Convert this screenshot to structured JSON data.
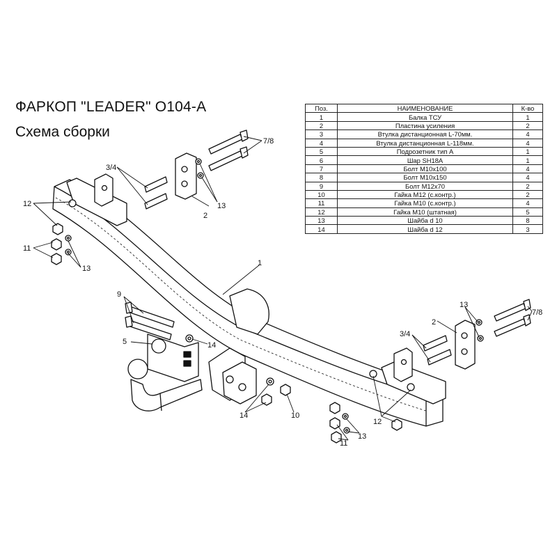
{
  "title": "ФАРКОП \"LEADER\" O104-A",
  "subtitle": "Схема сборки",
  "table": {
    "headers": [
      "Поз.",
      "НАИМЕНОВАНИЕ",
      "К-во"
    ],
    "rows": [
      [
        "1",
        "Балка ТСУ",
        "1"
      ],
      [
        "2",
        "Пластина усиления",
        "2"
      ],
      [
        "3",
        "Втулка дистанционная L-70мм.",
        "4"
      ],
      [
        "4",
        "Втулка дистанционная L-118мм.",
        "4"
      ],
      [
        "5",
        "Подрозетник тип А",
        "1"
      ],
      [
        "6",
        "Шар SH18A",
        "1"
      ],
      [
        "7",
        "Болт M10x100",
        "4"
      ],
      [
        "8",
        "Болт M10x150",
        "4"
      ],
      [
        "9",
        "Болт M12x70",
        "2"
      ],
      [
        "10",
        "Гайка M12 (с.контр.)",
        "2"
      ],
      [
        "11",
        "Гайка  M10 (с.контр.)",
        "4"
      ],
      [
        "12",
        "Гайка M10 (штатная)",
        "5"
      ],
      [
        "13",
        "Шайба d 10",
        "8"
      ],
      [
        "14",
        "Шайба d 12",
        "3"
      ]
    ]
  },
  "callouts": {
    "c34_left": "3/4",
    "c78_left": "7/8",
    "c2_left": "2",
    "c13_left_top": "13",
    "c12_left": "12",
    "c11_left": "11",
    "c13_left_mid": "13",
    "c1": "1",
    "c9": "9",
    "c5": "5",
    "c14_mid": "14",
    "c14_low": "14",
    "c10": "10",
    "c13_right": "13",
    "c78_right": "7/8",
    "c2_right": "2",
    "c34_right": "3/4",
    "c12_right": "12",
    "c11_right": "11",
    "c13_right_low": "13"
  }
}
